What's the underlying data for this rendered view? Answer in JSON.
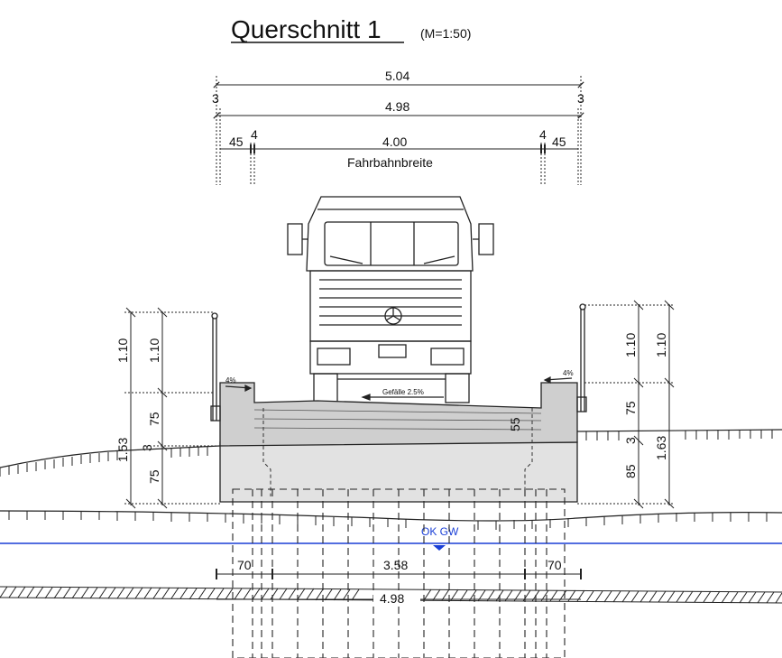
{
  "title": "Querschnitt 1",
  "scale": "(M=1:50)",
  "top_dimensions": {
    "overall": "5.04",
    "edge_left": "3",
    "edge_right": "3",
    "inner": "4.98",
    "left_45": "45",
    "left_4": "4",
    "roadway": "4.00",
    "right_4": "4",
    "right_45": "45",
    "roadway_label": "Fahrbahnbreite"
  },
  "left_dimensions": {
    "rail_height_outer": "1.10",
    "rail_height_inner": "1.10",
    "curb": "75",
    "total": "1.53",
    "step": "3",
    "base": "75"
  },
  "right_dimensions": {
    "rail_height_inner": "1.10",
    "rail_height_outer": "1.10",
    "curb": "75",
    "step": "3",
    "total": "1.63",
    "base": "85"
  },
  "deck": {
    "slope_label": "Gefälle 2.5%",
    "left_cross_fall": "4%",
    "right_cross_fall": "4%",
    "thickness": "55"
  },
  "groundwater_label": "OK GW",
  "bottom_dimensions": {
    "left_70": "70",
    "middle": "3.58",
    "right_70": "70",
    "foundation": "4.98"
  },
  "colors": {
    "line": "#222222",
    "concrete_dark": "#cfcfcf",
    "concrete_light": "#e2e2e2",
    "groundwater": "#1a3fd6"
  }
}
